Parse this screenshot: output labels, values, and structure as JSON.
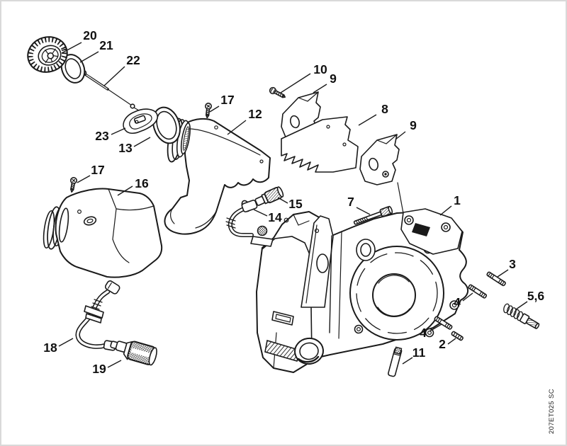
{
  "diagram": {
    "footer_code": "207ET025 SC",
    "colors": {
      "line": "#1a1a1a",
      "background": "#ffffff",
      "frame": "#d9d9d9"
    },
    "callouts": {
      "c1": {
        "label": "1"
      },
      "c2": {
        "label": "2"
      },
      "c3": {
        "label": "3"
      },
      "c4a": {
        "label": "4"
      },
      "c4b": {
        "label": "4"
      },
      "c56": {
        "label": "5,6"
      },
      "c7": {
        "label": "7"
      },
      "c8": {
        "label": "8"
      },
      "c9a": {
        "label": "9"
      },
      "c9b": {
        "label": "9"
      },
      "c10": {
        "label": "10"
      },
      "c11": {
        "label": "11"
      },
      "c12": {
        "label": "12"
      },
      "c13": {
        "label": "13"
      },
      "c14": {
        "label": "14"
      },
      "c15": {
        "label": "15"
      },
      "c16": {
        "label": "16"
      },
      "c17a": {
        "label": "17"
      },
      "c17b": {
        "label": "17"
      },
      "c18": {
        "label": "18"
      },
      "c19": {
        "label": "19"
      },
      "c20": {
        "label": "20"
      },
      "c21": {
        "label": "21"
      },
      "c22": {
        "label": "22"
      },
      "c23": {
        "label": "23"
      }
    }
  }
}
